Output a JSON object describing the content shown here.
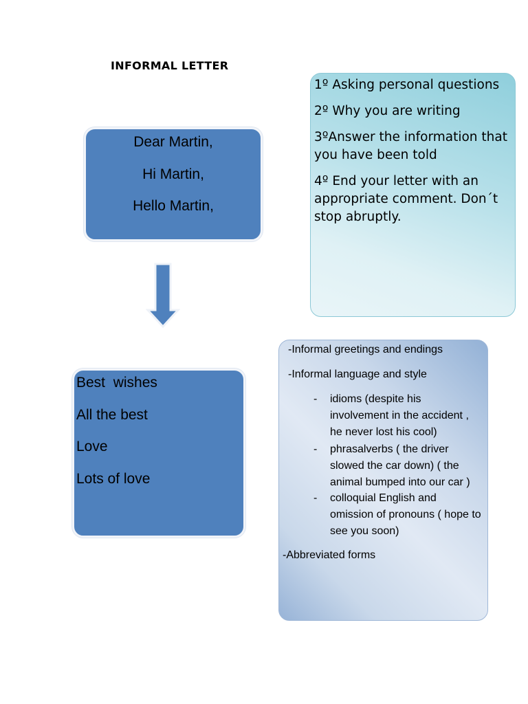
{
  "title": "INFORMAL LETTER",
  "greetings": [
    "Dear Martin,",
    "Hi Martin,",
    "Hello Martin,"
  ],
  "steps": [
    "1º Asking personal questions",
    "2º Why you are writing",
    "3ºAnswer the information that you have been told",
    "4º End your letter with an appropriate comment. Don´t stop abruptly."
  ],
  "endings": [
    "Best  wishes",
    "All the best",
    "Love",
    "Lots of love"
  ],
  "features": {
    "greetings_item": "-Informal greetings and endings",
    "language_item": "-Informal language and style",
    "sub_items": [
      "idioms (despite his involvement in the accident , he never lost his cool)",
      "phrasalverbs ( the driver slowed the car down) ( the animal bumped into our car )",
      "colloquial English and omission of pronouns ( hope to see you soon)"
    ],
    "dash": "-",
    "abbrev_item": "-Abbreviated forms"
  },
  "colors": {
    "blue_box": "#4f81bd",
    "teal_box": "#b9e1ea",
    "light_blue_box": "#c8d7ea",
    "arrow": "#4f81bd"
  }
}
